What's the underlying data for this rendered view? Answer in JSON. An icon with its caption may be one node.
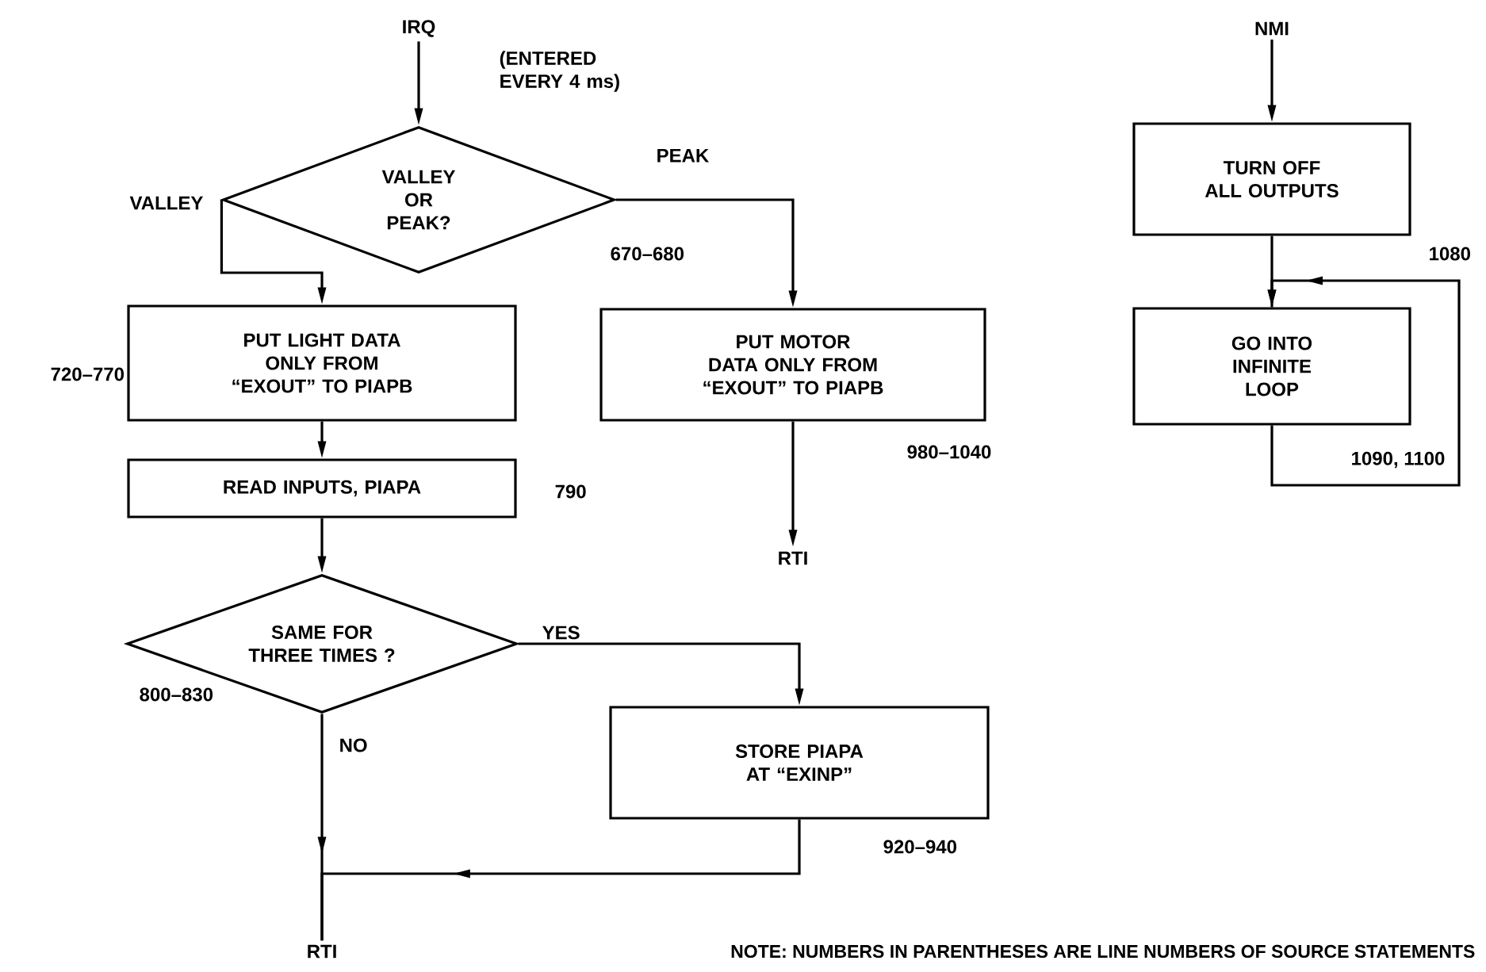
{
  "diagram": {
    "nodes": [
      {
        "text": [
          "IRQ"
        ]
      },
      {
        "text": [
          "VALLEY OR PEAK?"
        ],
        "beside": [
          "670–680"
        ]
      },
      {
        "text": [
          "PUT LIGHT DATA ONLY FROM “EXOUT” TO PIAPB"
        ],
        "beside": [
          "720–770"
        ]
      },
      {
        "text": [
          "READ INPUTS, PIAPA"
        ],
        "beside": [
          "790"
        ]
      },
      {
        "text": [
          "SAME FOR THREE TIMES ?"
        ],
        "beside": [
          "800–830"
        ]
      },
      {
        "text": [
          "PUT MOTOR DATA ONLY FROM “EXOUT” TO PIAPB"
        ],
        "beside": [
          "980–1040"
        ]
      },
      {
        "text": [
          "RTI"
        ]
      },
      {
        "text": [
          "STORE PIAPA AT “EXINP”"
        ],
        "beside": [
          "920–940"
        ]
      },
      {
        "text": [
          "RTI"
        ]
      },
      {
        "text": [
          "NMI"
        ]
      },
      {
        "text": [
          "TURN OFF ALL OUTPUTS"
        ],
        "beside": [
          "1080"
        ]
      },
      {
        "text": [
          "GO INTO INFINITE LOOP"
        ],
        "beside": [
          "1090, 1100"
        ]
      }
    ],
    "edges": [
      {
        "from": 0,
        "to": 1,
        "arrow": "to",
        "label": "(ENTERED EVERY 4 ms)"
      },
      {
        "from": 1,
        "to": 2,
        "arrow": "to",
        "label": "VALLEY"
      },
      {
        "from": 1,
        "to": 5,
        "arrow": "to",
        "label": "PEAK"
      },
      {
        "from": 2,
        "to": 3,
        "arrow": "to"
      },
      {
        "from": 3,
        "to": 4,
        "arrow": "to"
      },
      {
        "from": 5,
        "to": 6,
        "arrow": "to"
      },
      {
        "from": 4,
        "to": 7,
        "arrow": "to",
        "label": "YES"
      },
      {
        "from": 4,
        "to": 8,
        "arrow": "to",
        "label": "NO"
      },
      {
        "from": 7,
        "to": 8,
        "arrow": "to"
      },
      {
        "from": 9,
        "to": 10,
        "arrow": "to"
      },
      {
        "from": 10,
        "to": 11,
        "arrow": "to"
      },
      {
        "from": 11,
        "to": 11,
        "arrow": "to"
      }
    ],
    "labels": [
      "NOTE:  NUMBERS IN PARENTHESES ARE LINE NUMBERS OF SOURCE STATEMENTS"
    ]
  }
}
